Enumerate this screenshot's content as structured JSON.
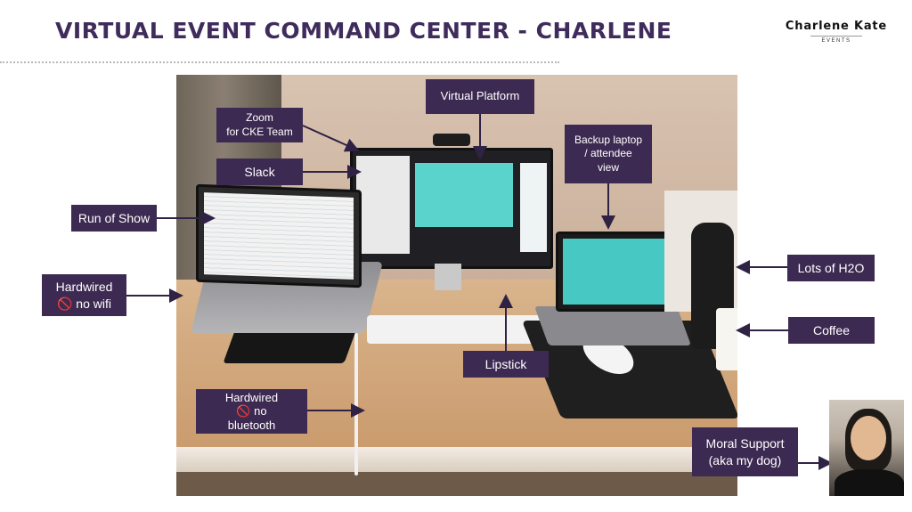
{
  "slide": {
    "title": "VIRTUAL EVENT COMMAND CENTER - CHARLENE",
    "brand_name": "Charlene Kate",
    "brand_sub": "EVENTS"
  },
  "labels": {
    "virtual_platform": "Virtual Platform",
    "zoom": "Zoom\nfor CKE Team",
    "slack": "Slack",
    "backup_laptop": "Backup laptop\n/ attendee\nview",
    "run_of_show": "Run of Show",
    "hardwired_wifi": "Hardwired\n🚫 no wifi",
    "lots_of_h2o": "Lots of H2O",
    "coffee": "Coffee",
    "lipstick": "Lipstick",
    "hardwired_bluetooth": "Hardwired\n🚫 no\nbluetooth",
    "moral_support": "Moral Support\n(aka my dog)"
  },
  "colors": {
    "title": "#3f2c5c",
    "label_bg": "#3d2a52",
    "label_text": "#ffffff",
    "arrow": "#2f2244"
  }
}
